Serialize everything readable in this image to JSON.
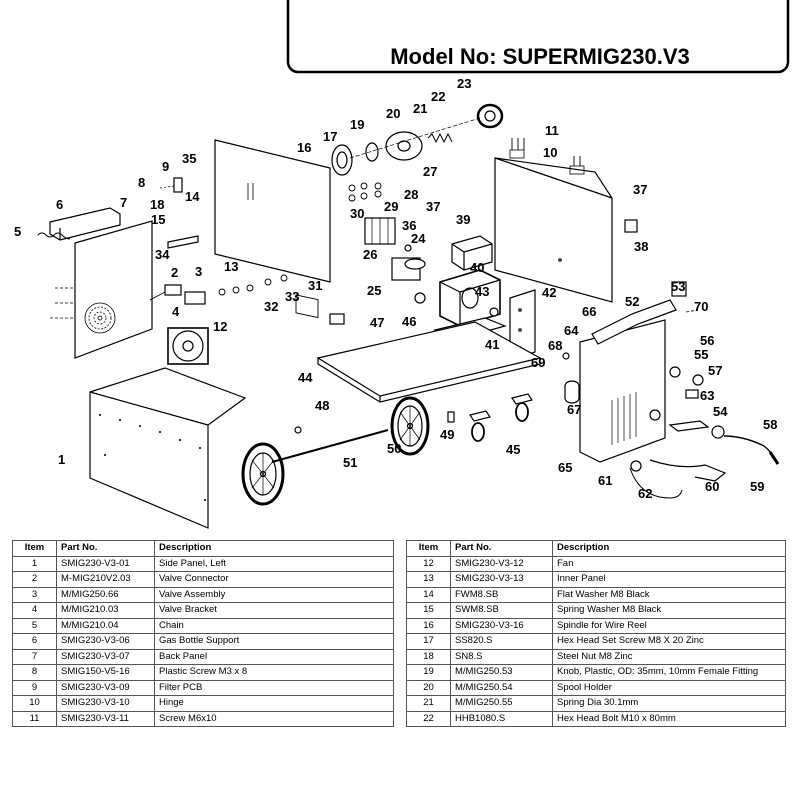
{
  "header": {
    "title": "Model No: SUPERMIG230.V3"
  },
  "callouts": [
    "1",
    "2",
    "3",
    "4",
    "5",
    "6",
    "7",
    "8",
    "9",
    "10",
    "11",
    "12",
    "13",
    "14",
    "15",
    "16",
    "17",
    "18",
    "19",
    "20",
    "21",
    "22",
    "23",
    "24",
    "25",
    "26",
    "27",
    "28",
    "29",
    "30",
    "31",
    "32",
    "33",
    "34",
    "35",
    "36",
    "37",
    "38",
    "39",
    "40",
    "41",
    "42",
    "43",
    "44",
    "45",
    "46",
    "47",
    "48",
    "49",
    "50",
    "51",
    "52",
    "53",
    "54",
    "55",
    "56",
    "57",
    "58",
    "59",
    "60",
    "61",
    "62",
    "63",
    "64",
    "65",
    "66",
    "67",
    "68",
    "69",
    "70"
  ],
  "tables": {
    "headers": {
      "item": "Item",
      "part": "Part No.",
      "desc": "Description"
    },
    "left": [
      {
        "item": "1",
        "part": "SMIG230-V3-01",
        "desc": "Side Panel, Left"
      },
      {
        "item": "2",
        "part": "M-MIG210V2.03",
        "desc": "Valve Connector"
      },
      {
        "item": "3",
        "part": "M/MIG250.66",
        "desc": "Valve Assembly"
      },
      {
        "item": "4",
        "part": "M/MIG210.03",
        "desc": "Valve Bracket"
      },
      {
        "item": "5",
        "part": "M/MIG210.04",
        "desc": "Chain"
      },
      {
        "item": "6",
        "part": "SMIG230-V3-06",
        "desc": "Gas Bottle Support"
      },
      {
        "item": "7",
        "part": "SMIG230-V3-07",
        "desc": "Back Panel"
      },
      {
        "item": "8",
        "part": "SMIG150-V5-16",
        "desc": "Plastic Screw M3 x 8"
      },
      {
        "item": "9",
        "part": "SMIG230-V3-09",
        "desc": "Filter PCB"
      },
      {
        "item": "10",
        "part": "SMIG230-V3-10",
        "desc": "Hinge"
      },
      {
        "item": "11",
        "part": "SMIG230-V3-11",
        "desc": "Screw M6x10"
      }
    ],
    "right": [
      {
        "item": "12",
        "part": "SMIG230-V3-12",
        "desc": "Fan"
      },
      {
        "item": "13",
        "part": "SMIG230-V3-13",
        "desc": "Inner Panel"
      },
      {
        "item": "14",
        "part": "FWM8.SB",
        "desc": "Flat Washer M8 Black"
      },
      {
        "item": "15",
        "part": "SWM8.SB",
        "desc": "Spring Washer M8 Black"
      },
      {
        "item": "16",
        "part": "SMIG230-V3-16",
        "desc": "Spindle for Wire Reel"
      },
      {
        "item": "17",
        "part": "SS820.S",
        "desc": "Hex Head Set Screw M8 X 20 Zinc"
      },
      {
        "item": "18",
        "part": "SN8.S",
        "desc": "Steel Nut M8 Zinc"
      },
      {
        "item": "19",
        "part": "M/MIG250.53",
        "desc": "Knob, Plastic, OD: 35mm, 10mm Female Fitting"
      },
      {
        "item": "20",
        "part": "M/MIG250.54",
        "desc": "Spool Holder"
      },
      {
        "item": "21",
        "part": "M/MIG250.55",
        "desc": "Spring Dia 30.1mm"
      },
      {
        "item": "22",
        "part": "HHB1080.S",
        "desc": "Hex Head Bolt M10 x 80mm"
      }
    ]
  }
}
